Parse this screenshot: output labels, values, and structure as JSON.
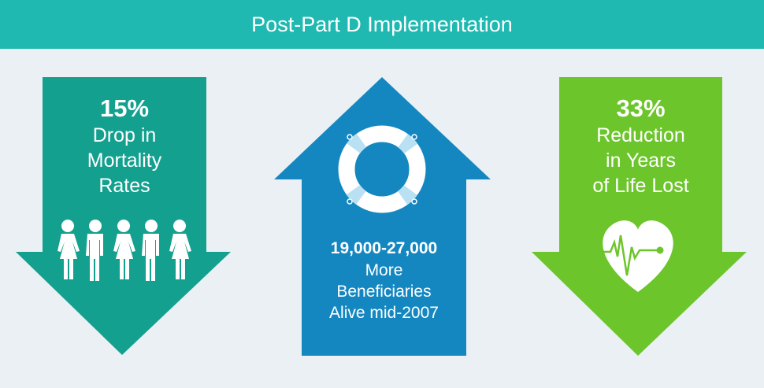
{
  "header": {
    "title": "Post-Part D Implementation"
  },
  "colors": {
    "header": "#1fb9b1",
    "background": "#eaf0f4",
    "teal": "#14a08f",
    "blue": "#1487c1",
    "green": "#6dc52c"
  },
  "panels": [
    {
      "stat": "15%",
      "lines": [
        "Drop in",
        "Mortality",
        "Rates"
      ],
      "direction": "down",
      "icon": "people-icon"
    },
    {
      "stat": "19,000-27,000",
      "lines": [
        "More",
        "Beneficiaries",
        "Alive mid-2007"
      ],
      "direction": "up",
      "icon": "life-ring-icon"
    },
    {
      "stat": "33%",
      "lines": [
        "Reduction",
        "in Years",
        "of Life Lost"
      ],
      "direction": "down",
      "icon": "heartbeat-icon"
    }
  ]
}
